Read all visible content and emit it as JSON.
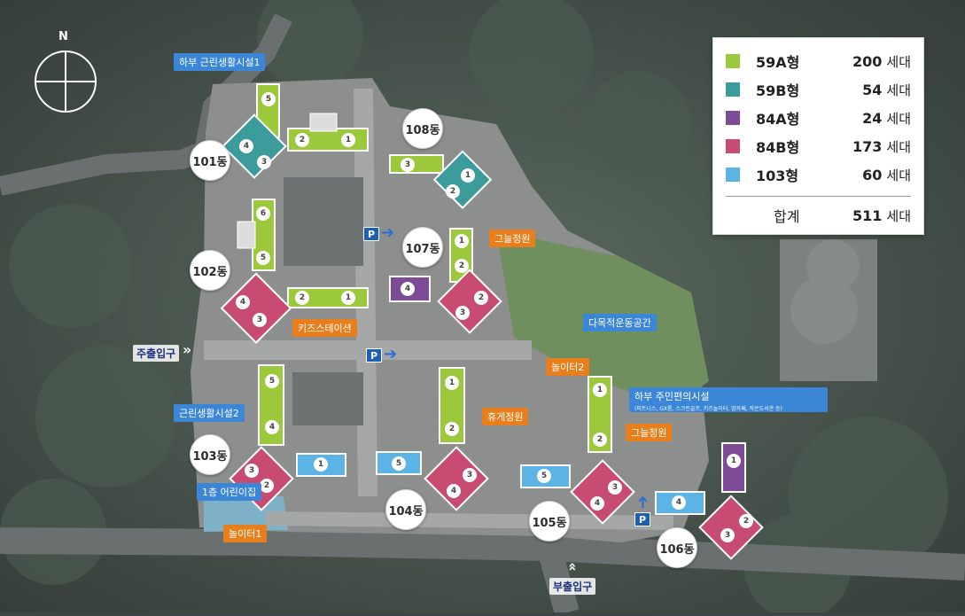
{
  "compass": {
    "north": "N"
  },
  "legend": {
    "rows": [
      {
        "type": "59A형",
        "count": "200",
        "unit": "세대",
        "color": "#9cc83b"
      },
      {
        "type": "59B형",
        "count": "54",
        "unit": "세대",
        "color": "#3c9b9b"
      },
      {
        "type": "84A형",
        "count": "24",
        "unit": "세대",
        "color": "#7d4a96"
      },
      {
        "type": "84B형",
        "count": "173",
        "unit": "세대",
        "color": "#c84b72"
      },
      {
        "type": "103형",
        "count": "60",
        "unit": "세대",
        "color": "#5cb3e6"
      }
    ],
    "total_label": "합계",
    "total_count": "511",
    "total_unit": "세대"
  },
  "dongs": [
    "101동",
    "102동",
    "103동",
    "104동",
    "105동",
    "106동",
    "107동",
    "108동"
  ],
  "tags": {
    "hab_facility1": "하부 근린생활시설1",
    "facility2": "근린생활시설2",
    "daycare": "1층 어린이집",
    "playground1": "놀이터1",
    "playground2": "놀이터2",
    "kids_station": "키즈스테이션",
    "shade_garden_top": "그늘정원",
    "shade_garden_bottom": "그늘정원",
    "rest_garden": "휴게정원",
    "sports_space": "다목적운동공간",
    "community_title": "하부 주민편의시설",
    "community_sub": "(피트니스, GX룸, 스크린골프, 키즈놀이터, 맘카페, 작은도서관 등)"
  },
  "entrances": {
    "main": "주출입구",
    "sub": "부출입구"
  },
  "parking": "P",
  "unit_labels": [
    "1",
    "2",
    "3",
    "4",
    "5",
    "6"
  ],
  "colors": {
    "type59A": "#9cc83b",
    "type59B": "#3c9b9b",
    "type84A": "#7d4a96",
    "type84B": "#c84b72",
    "type103": "#5cb3e6",
    "tag_blue": "#3b86d6",
    "tag_orange": "#e97f1c"
  }
}
